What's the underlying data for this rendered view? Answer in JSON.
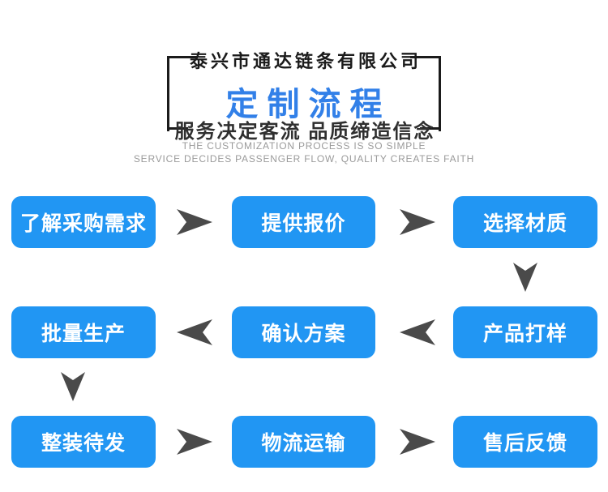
{
  "header": {
    "company": "泰兴市通达链条有限公司",
    "title": "定制流程",
    "subtitle": "服务决定客流 品质缔造信念",
    "english_line1": "THE CUSTOMIZATION PROCESS IS SO SIMPLE",
    "english_line2": "SERVICE DECIDES PASSENGER FLOW, QUALITY CREATES FAITH"
  },
  "flow": {
    "rows": [
      {
        "arrow_direction": "right",
        "connector_after_row": "down-arrow-right-column",
        "boxes": [
          {
            "label": "了解采购需求"
          },
          {
            "label": "提供报价"
          },
          {
            "label": "选择材质"
          }
        ]
      },
      {
        "arrow_direction": "left",
        "connector_after_row": "down-arrow-left-column",
        "boxes": [
          {
            "label": "批量生产"
          },
          {
            "label": "确认方案"
          },
          {
            "label": "产品打样"
          }
        ]
      },
      {
        "arrow_direction": "right",
        "connector_after_row": "none",
        "boxes": [
          {
            "label": "整装待发"
          },
          {
            "label": "物流运输"
          },
          {
            "label": "售后反馈"
          }
        ]
      }
    ]
  },
  "colors": {
    "box_blue": "#2196f3",
    "title_blue": "#3280e8",
    "arrow_gray": "#4a4a4a",
    "bracket_black": "#1b1b1b",
    "subtitle_dark": "#2f2f2f",
    "english_gray": "#9a9a9a"
  }
}
